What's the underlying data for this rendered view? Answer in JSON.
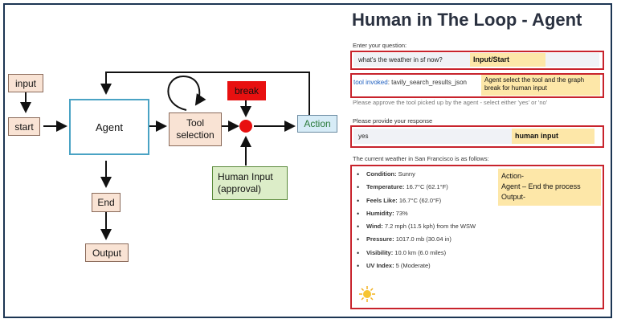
{
  "diagram": {
    "nodes": {
      "input": "input",
      "start": "start",
      "agent": "Agent",
      "tool_selection_line1": "Tool",
      "tool_selection_line2": "selection",
      "break": "break",
      "action": "Action",
      "human_input_line1": "Human Input",
      "human_input_line2": "(approval)",
      "end": "End",
      "output": "Output"
    },
    "colors": {
      "peach": "#f9e3d4",
      "agent_border": "#4aa3c4",
      "break_fill": "#e81010",
      "action_fill": "#d7ecf7",
      "human_fill": "#dcedc8",
      "human_border": "#5a8a3a"
    }
  },
  "app": {
    "title": "Human in The Loop - Agent",
    "question_label": "Enter your question:",
    "question_value": "what's the weather in sf now?",
    "question_note": "Input/Start",
    "tool_invoked_prefix": "tool invoked",
    "tool_invoked_value": ": tavily_search_results_json",
    "tool_note": "Agent select the tool and the graph break for human input",
    "approve_text": "Please approve the tool picked up by the agent - select either 'yes' or 'no'",
    "response_label": "Please provide your response",
    "response_value": "yes",
    "response_note": "human input",
    "weather_intro": "The current weather in San Francisco is as follows:",
    "weather_items": [
      {
        "key": "Condition:",
        "value": " Sunny"
      },
      {
        "key": "Temperature:",
        "value": " 16.7°C (62.1°F)"
      },
      {
        "key": "Feels Like:",
        "value": " 16.7°C (62.0°F)"
      },
      {
        "key": "Humidity:",
        "value": " 73%"
      },
      {
        "key": "Wind:",
        "value": " 7.2 mph (11.5 kph) from the WSW"
      },
      {
        "key": "Pressure:",
        "value": " 1017.0 mb (30.04 in)"
      },
      {
        "key": "Visibility:",
        "value": " 10.0 km (6.0 miles)"
      },
      {
        "key": "UV Index:",
        "value": " 5 (Moderate)"
      }
    ],
    "output_note_line1": "Action-",
    "output_note_line2": "Agent – End the process",
    "output_note_line3": "Output-",
    "sun_icon": "sun-icon",
    "accent_red": "#c8232c",
    "note_yellow": "#fde7a8"
  }
}
